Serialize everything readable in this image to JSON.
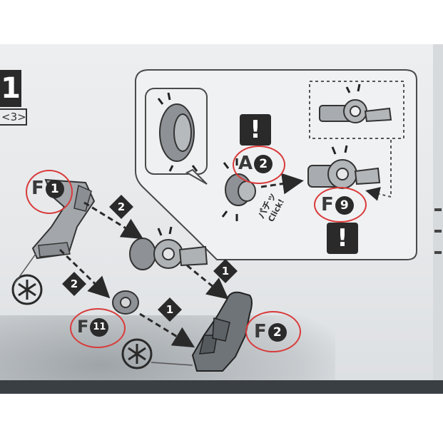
{
  "step": {
    "number": "1",
    "sub": "3"
  },
  "labels": {
    "f1": {
      "letter": "F",
      "num": "1"
    },
    "a2": {
      "letter": "A",
      "num": "2"
    },
    "f9": {
      "letter": "F",
      "num": "9"
    },
    "f11": {
      "letter": "F",
      "num": "11"
    },
    "f2": {
      "letter": "F",
      "num": "2"
    }
  },
  "order_markers": [
    "2",
    "1",
    "2",
    "1"
  ],
  "warning_symbol": "!",
  "click_text": {
    "jp": "パチッ",
    "en": "Click!"
  },
  "colors": {
    "annotation_red": "#d93a3a",
    "ink": "#2a2a2a",
    "part_gray": "#8a8e93"
  },
  "icons": [
    "warning-icon",
    "click-sound-icon",
    "runner-icon"
  ]
}
